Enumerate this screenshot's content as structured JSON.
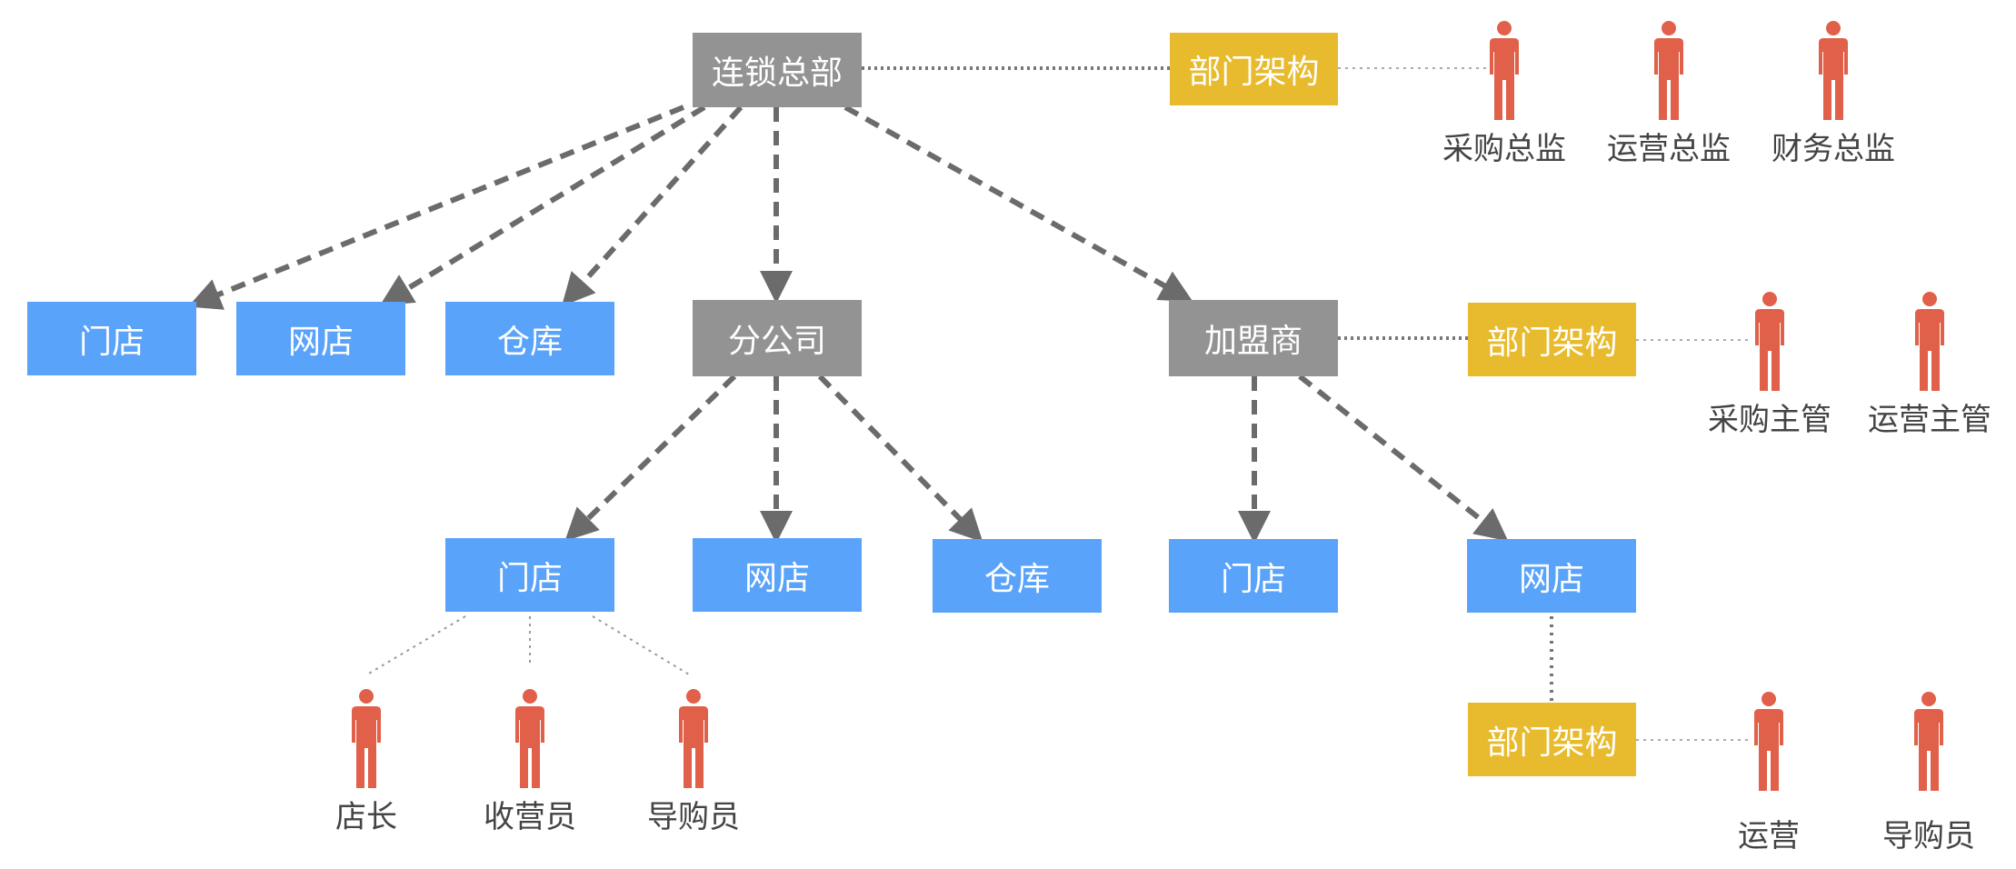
{
  "colors": {
    "org_node": "#939393",
    "outlet_node": "#5aa3fa",
    "department_node": "#e8bb2e",
    "person_icon": "#e0604a",
    "connector": "#6b6b6b",
    "dotted_link": "#999999"
  },
  "nodes": {
    "hq": "连锁总部",
    "hq_dept": "部门架构",
    "hq_store": "门店",
    "hq_online": "网店",
    "hq_warehouse": "仓库",
    "branch": "分公司",
    "franchise": "加盟商",
    "franchise_dept": "部门架构",
    "branch_store": "门店",
    "branch_online": "网店",
    "branch_warehouse": "仓库",
    "franchise_store": "门店",
    "franchise_online": "网店",
    "online_dept": "部门架构"
  },
  "roles": {
    "hq": [
      "采购总监",
      "运营总监",
      "财务总监"
    ],
    "franchise": [
      "采购主管",
      "运营主管"
    ],
    "branch_store": [
      "店长",
      "收营员",
      "导购员"
    ],
    "online": [
      "运营",
      "导购员"
    ]
  },
  "icons": {
    "person": "person-icon",
    "arrow": "arrowhead-icon"
  }
}
